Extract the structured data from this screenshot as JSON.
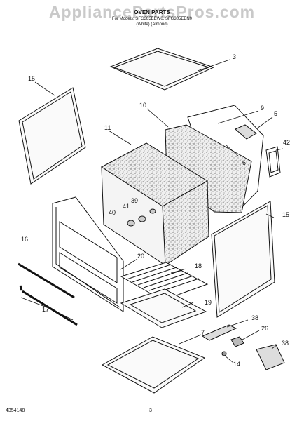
{
  "header": {
    "watermark": "AppliancePartsPros.com",
    "title": "OVEN PARTS",
    "models_line": "For Models: SFG385EEW0, SFG385EEN0",
    "colors_line": "(White)   (Almond)"
  },
  "footer": {
    "document_number": "4354148",
    "page_number": "3"
  },
  "callouts": [
    "3",
    "15",
    "10",
    "9",
    "5",
    "11",
    "42",
    "6",
    "41",
    "39",
    "40",
    "16",
    "15",
    "20",
    "18",
    "17",
    "19",
    "38",
    "7",
    "26",
    "38",
    "14"
  ]
}
